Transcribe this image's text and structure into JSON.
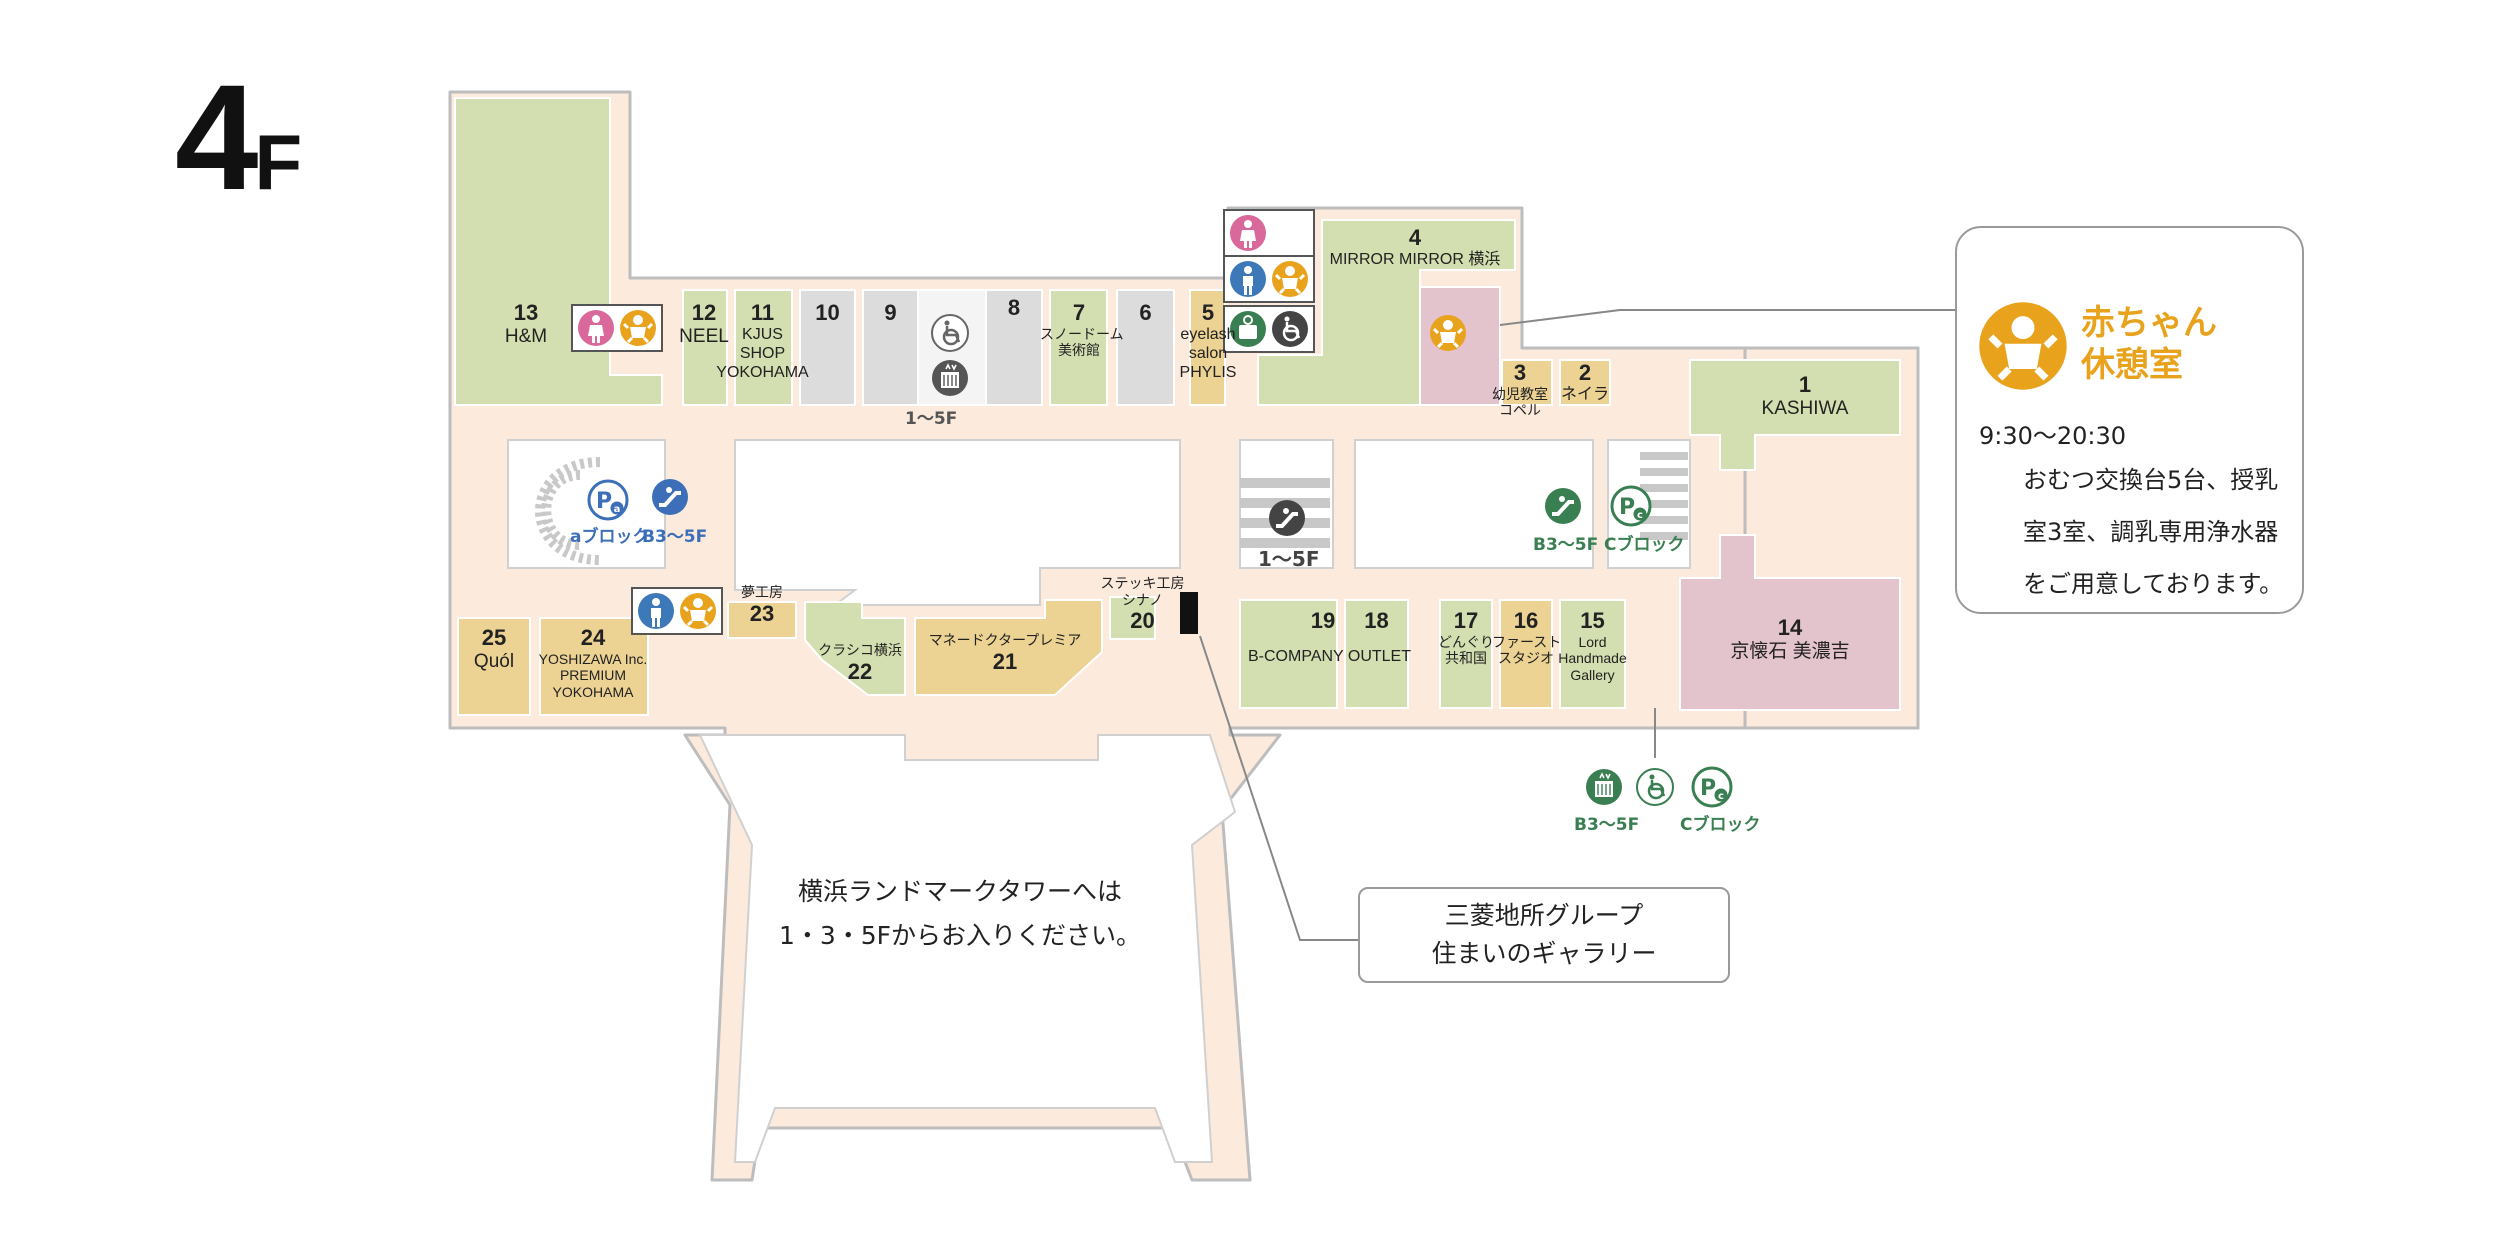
{
  "floor": {
    "number": "4",
    "unit": "F"
  },
  "stores": [
    {
      "num": "1",
      "name": "KASHIWA"
    },
    {
      "num": "2",
      "name": "ネイラ"
    },
    {
      "num": "3",
      "name": "幼児教室\nコペル"
    },
    {
      "num": "4",
      "name": "MIRROR MIRROR 横浜"
    },
    {
      "num": "5",
      "name": "eyelash\nsalon\nPHYLIS"
    },
    {
      "num": "6",
      "name": ""
    },
    {
      "num": "7",
      "name": "スノードーム\n美術館"
    },
    {
      "num": "8",
      "name": ""
    },
    {
      "num": "9",
      "name": ""
    },
    {
      "num": "10",
      "name": ""
    },
    {
      "num": "11",
      "name": "KJUS\nSHOP\nYOKOHAMA"
    },
    {
      "num": "12",
      "name": "NEEL"
    },
    {
      "num": "13",
      "name": "H&M"
    },
    {
      "num": "14",
      "name": "京懐石 美濃吉"
    },
    {
      "num": "15",
      "name": "Lord\nHandmade\nGallery"
    },
    {
      "num": "16",
      "name": "ファースト\nスタジオ"
    },
    {
      "num": "17",
      "name": "どんぐり\n共和国"
    },
    {
      "num": "18",
      "name": ""
    },
    {
      "num": "19",
      "name": "B-COMPANY OUTLET"
    },
    {
      "num": "20",
      "name": "ステッキ工房\nシナノ"
    },
    {
      "num": "21",
      "name": "マネードクタープレミア"
    },
    {
      "num": "22",
      "name": "クラシコ横浜"
    },
    {
      "num": "23",
      "name": "夢工房"
    },
    {
      "num": "24",
      "name": "YOSHIZAWA Inc.\nPREMIUM\nYOKOHAMA"
    },
    {
      "num": "25",
      "name": "Quól"
    }
  ],
  "facility_labels": {
    "elevator_center": "1〜5F",
    "escalator_center": "1〜5F",
    "parking_a": "aブロック",
    "escalator_left": "B3〜5F",
    "escalator_right": "B3〜5F",
    "parking_c_upper": "Cブロック",
    "elevator_bottom": "B3〜5F",
    "parking_c_bottom": "Cブロック"
  },
  "baby_room": {
    "title": "赤ちゃん\n休憩室",
    "hours": "9:30〜20:30",
    "description": "おむつ交換台5台、授乳室3室、調乳専用浄水器をご用意しております。"
  },
  "gallery_callout": "三菱地所グループ\n住まいのギャラリー",
  "tower_note": "横浜ランドマークタワーへは\n1・3・5Fからお入りください。",
  "colors": {
    "fashion_green": "#d3dfb0",
    "gray_unit": "#dcdcdc",
    "service_tan": "#ecd293",
    "restaurant_pink": "#e3c3cc",
    "corridor": "#fcebdc",
    "baby_orange": "#e8a21c",
    "female_pink": "#d9689b",
    "male_blue": "#3d79b8",
    "facility_green": "#3a7f52",
    "parking_blue": "#3c6fb8"
  },
  "icons": [
    "escalator-icon",
    "elevator-icon",
    "wheelchair-icon",
    "parking-icon",
    "female-restroom-icon",
    "male-restroom-icon",
    "baby-care-icon",
    "nursing-room-icon"
  ]
}
